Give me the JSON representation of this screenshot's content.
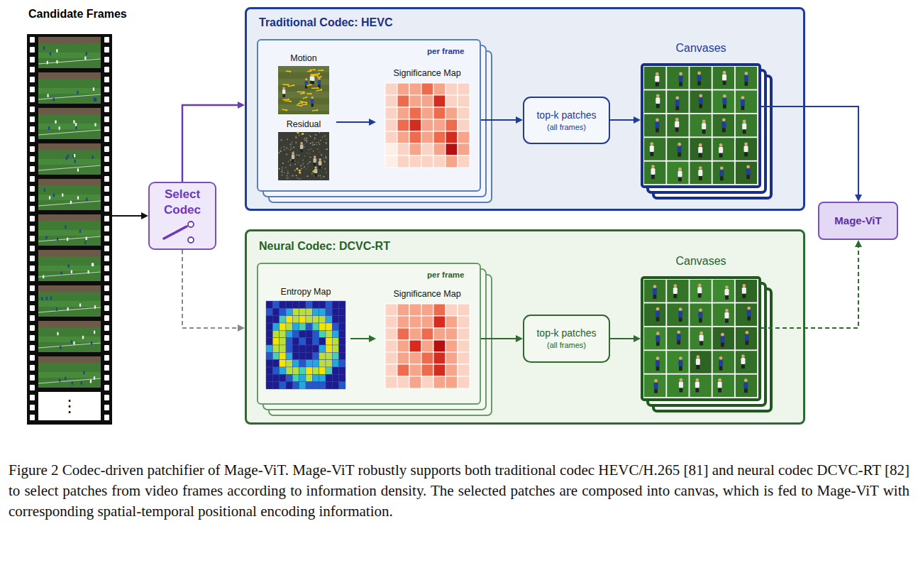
{
  "diagram": {
    "caption": "Figure 2 Codec-driven patchifier of Mage-ViT. Mage-ViT robustly supports both traditional codec HEVC/H.265 [81] and neural codec DCVC-RT [82] to select patches from video frames according to information density. The selected patches are composed into canvas, which is fed to Mage-ViT with corresponding spatial-temporal positional encoding information.",
    "nodes": [
      {
        "text": [
          "Candidate Frames",
          "⋮"
        ]
      },
      {
        "text": [
          "Select Codec"
        ]
      },
      {
        "text": [
          "Traditional Codec: HEVC"
        ]
      },
      {
        "text": [
          "per frame",
          "Motion",
          "Residual",
          "Significance Map"
        ],
        "in": 2
      },
      {
        "text": [
          "top-k patches",
          "(all frames)"
        ],
        "in": 2
      },
      {
        "text": [
          "Canvases"
        ],
        "in": 2
      },
      {
        "text": [
          "Neural Codec: DCVC-RT"
        ]
      },
      {
        "text": [
          "per frame",
          "Entropy Map",
          "Significance Map"
        ],
        "in": 6
      },
      {
        "text": [
          "top-k patches",
          "(all frames)"
        ],
        "in": 6
      },
      {
        "text": [
          "Canvases"
        ],
        "in": 6
      },
      {
        "text": [
          "Mage-ViT"
        ]
      }
    ],
    "edges": [
      {
        "from": 0,
        "to": 1,
        "arrow": "to"
      },
      {
        "from": 1,
        "to": 2,
        "arrow": "to"
      },
      {
        "from": 1,
        "to": 6,
        "arrow": "to"
      },
      {
        "from": 3,
        "to": 4,
        "arrow": "to"
      },
      {
        "from": 4,
        "to": 5,
        "arrow": "to"
      },
      {
        "from": 5,
        "to": 10,
        "arrow": "to"
      },
      {
        "from": 7,
        "to": 8,
        "arrow": "to"
      },
      {
        "from": 8,
        "to": 9,
        "arrow": "to"
      },
      {
        "from": 9,
        "to": 10,
        "arrow": "to"
      }
    ]
  }
}
